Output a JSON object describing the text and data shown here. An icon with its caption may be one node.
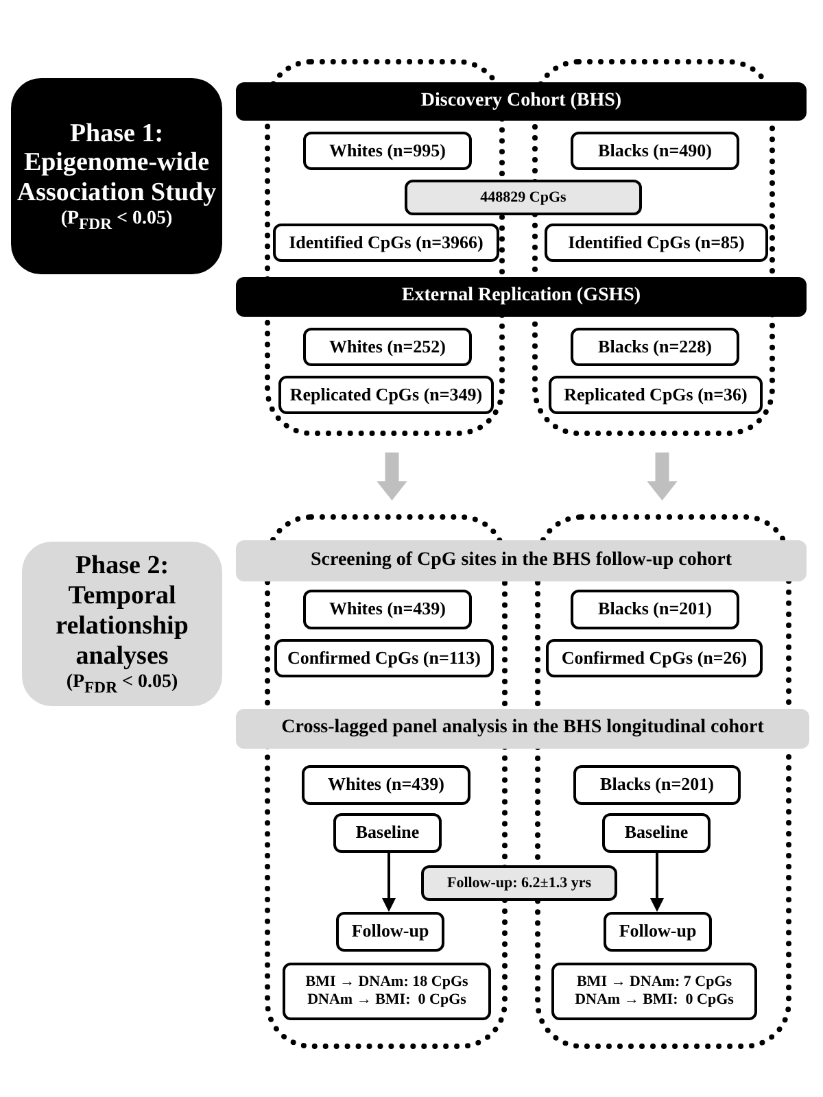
{
  "diagram": {
    "nodes": [
      {
        "text": [
          "Phase 1: Epigenome-wide Association Study",
          "(P$_{FDR}$ < 0.05)"
        ]
      },
      {
        "text": [],
        "shape": "box"
      },
      {
        "text": [],
        "shape": "box"
      },
      {
        "text": [
          "Discovery Cohort (BHS)"
        ]
      },
      {
        "text": [
          "Whites (n=995)"
        ],
        "in": 1
      },
      {
        "text": [
          "Blacks (n=490)"
        ],
        "in": 2
      },
      {
        "text": [
          "448829 CpGs"
        ]
      },
      {
        "text": [
          "Identified CpGs (n=3966)"
        ],
        "in": 1
      },
      {
        "text": [
          "Identified CpGs (n=85)"
        ],
        "in": 2
      },
      {
        "text": [
          "External Replication (GSHS)"
        ]
      },
      {
        "text": [
          "Whites (n=252)"
        ],
        "in": 1
      },
      {
        "text": [
          "Blacks (n=228)"
        ],
        "in": 2
      },
      {
        "text": [
          "Replicated CpGs (n=349)"
        ],
        "in": 1
      },
      {
        "text": [
          "Replicated CpGs (n=36)"
        ],
        "in": 2
      },
      {
        "text": [
          "Phase 2: Temporal relationship analyses",
          "(P$_{FDR}$ < 0.05)"
        ]
      },
      {
        "text": [],
        "shape": "box"
      },
      {
        "text": [],
        "shape": "box"
      },
      {
        "text": [
          "Screening of CpG sites in the BHS follow-up cohort"
        ]
      },
      {
        "text": [
          "Whites (n=439)"
        ],
        "in": 15
      },
      {
        "text": [
          "Blacks (n=201)"
        ],
        "in": 16
      },
      {
        "text": [
          "Confirmed CpGs (n=113)"
        ],
        "in": 15
      },
      {
        "text": [
          "Confirmed CpGs (n=26)"
        ],
        "in": 16
      },
      {
        "text": [
          "Cross-lagged panel analysis in the BHS longitudinal cohort"
        ]
      },
      {
        "text": [
          "Whites (n=439)"
        ],
        "in": 15
      },
      {
        "text": [
          "Blacks (n=201)"
        ],
        "in": 16
      },
      {
        "text": [
          "Baseline"
        ],
        "in": 15
      },
      {
        "text": [
          "Baseline"
        ],
        "in": 16
      },
      {
        "text": [
          "Follow-up: 6.2±1.3 yrs"
        ]
      },
      {
        "text": [
          "Follow-up"
        ],
        "in": 15
      },
      {
        "text": [
          "Follow-up"
        ],
        "in": 16
      },
      {
        "text": [
          "BMI → DNAm: 18 CpGs",
          "DNAm → BMI:  0 CpGs"
        ],
        "in": 15
      },
      {
        "text": [
          "BMI → DNAm: 7 CpGs",
          "DNAm → BMI:  0 CpGs"
        ],
        "in": 16
      }
    ],
    "edges": [
      {
        "from": 1,
        "to": 15,
        "arrow": "to",
        "style": "thick",
        "color": "#bfbfbf"
      },
      {
        "from": 2,
        "to": 16,
        "arrow": "to",
        "style": "thick",
        "color": "#bfbfbf"
      },
      {
        "from": 25,
        "to": 28,
        "arrow": "to",
        "color": "#000000"
      },
      {
        "from": 26,
        "to": 29,
        "arrow": "to",
        "color": "#000000"
      }
    ]
  }
}
